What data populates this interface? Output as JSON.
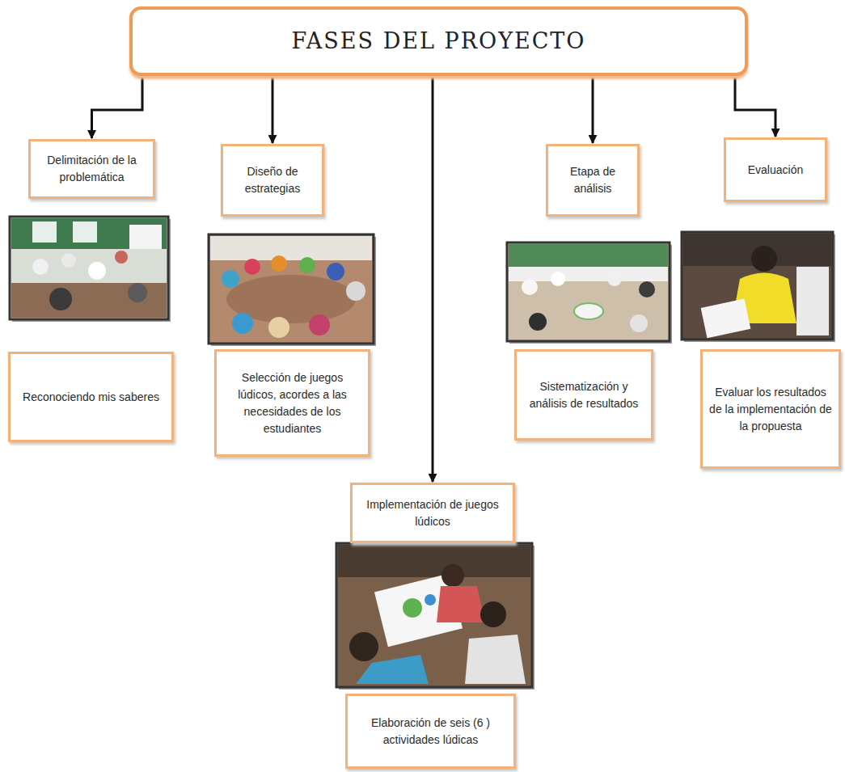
{
  "diagram": {
    "nodes": [
      {
        "text": [
          "FASES DEL PROYECTO"
        ]
      },
      {
        "text": [
          "Delimitación de la problemática"
        ]
      },
      {
        "text": [
          "Diseño de estrategias"
        ]
      },
      {
        "text": [
          "Etapa de análisis"
        ]
      },
      {
        "text": [
          "Evaluación"
        ]
      },
      {
        "text": [
          "Reconociendo mis saberes"
        ]
      },
      {
        "text": [
          "Selección de juegos lúdicos, acordes a las necesidades de los estudiantes"
        ]
      },
      {
        "text": [
          "Sistematización y análisis de resultados"
        ]
      },
      {
        "text": [
          "Evaluar los resultados de la implementación de la propuesta"
        ]
      },
      {
        "text": [
          "Implementación de juegos lúdicos"
        ]
      },
      {
        "text": [
          "Elaboración de seis (6 ) actividades lúdicas"
        ]
      }
    ],
    "edges": [
      {
        "from": 0,
        "to": 1,
        "arrow": "to"
      },
      {
        "from": 0,
        "to": 2,
        "arrow": "to"
      },
      {
        "from": 0,
        "to": 9,
        "arrow": "to"
      },
      {
        "from": 0,
        "to": 3,
        "arrow": "to"
      },
      {
        "from": 0,
        "to": 4,
        "arrow": "to"
      }
    ]
  }
}
